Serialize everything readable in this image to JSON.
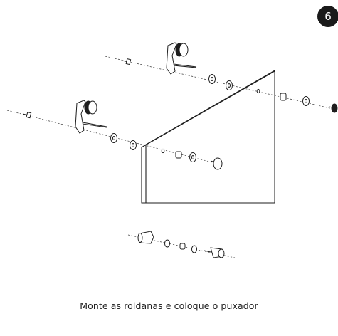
{
  "step": {
    "number": "6"
  },
  "caption": "Monte as roldanas e coloque o puxador",
  "colors": {
    "ink": "#1e1e1e",
    "badge_bg": "#1a1a1a",
    "badge_text": "#ffffff",
    "background": "#ffffff"
  },
  "parts": [
    "roller-assembly-upper",
    "roller-assembly-lower",
    "door-panel",
    "handle-knob",
    "screws",
    "washers",
    "stopper"
  ]
}
